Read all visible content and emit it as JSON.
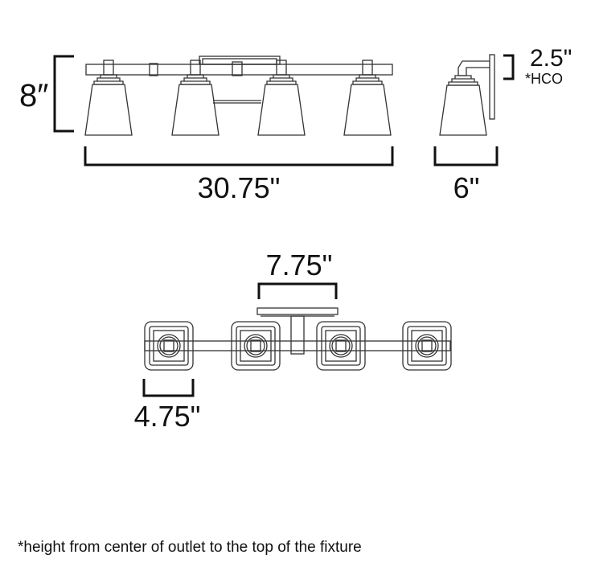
{
  "front_view": {
    "height_label": "8″",
    "width_label": "30.75\""
  },
  "side_view": {
    "depth_label": "6\"",
    "hco_label": "2.5\"",
    "hco_tag": "*HCO"
  },
  "top_view": {
    "canopy_label": "7.75\"",
    "backplate_label": "4.75\""
  },
  "footnote": "*height from center of outlet to the top of the fixture",
  "colors": {
    "line": "#333333",
    "dimension": "#111111"
  }
}
